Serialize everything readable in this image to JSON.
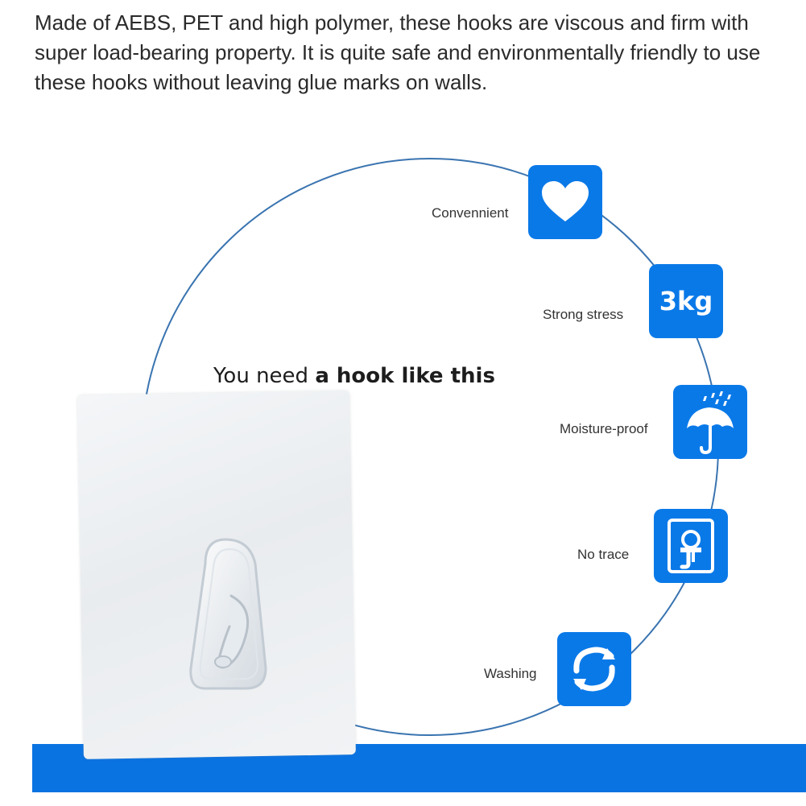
{
  "description": "Made of AEBS, PET and high polymer, these hooks are viscous and firm with super load-bearing property. It is quite safe and environmentally friendly to use these hooks without leaving glue marks on walls.",
  "headline": {
    "prefix": "You need ",
    "emphasis": "a hook like this"
  },
  "features": [
    {
      "label": "Convennient",
      "icon": "heart-icon"
    },
    {
      "label": "Strong stress",
      "icon": "weight-badge-icon",
      "icon_text": "3kg"
    },
    {
      "label": "Moisture-proof",
      "icon": "umbrella-rain-icon"
    },
    {
      "label": "No trace",
      "icon": "wall-hook-icon"
    },
    {
      "label": "Washing",
      "icon": "refresh-arrows-icon"
    }
  ],
  "colors": {
    "accent_blue": "#0a79e8",
    "circle_line": "#3a74b0",
    "base_bar": "#0a73e2",
    "text": "#2a2a2a"
  }
}
